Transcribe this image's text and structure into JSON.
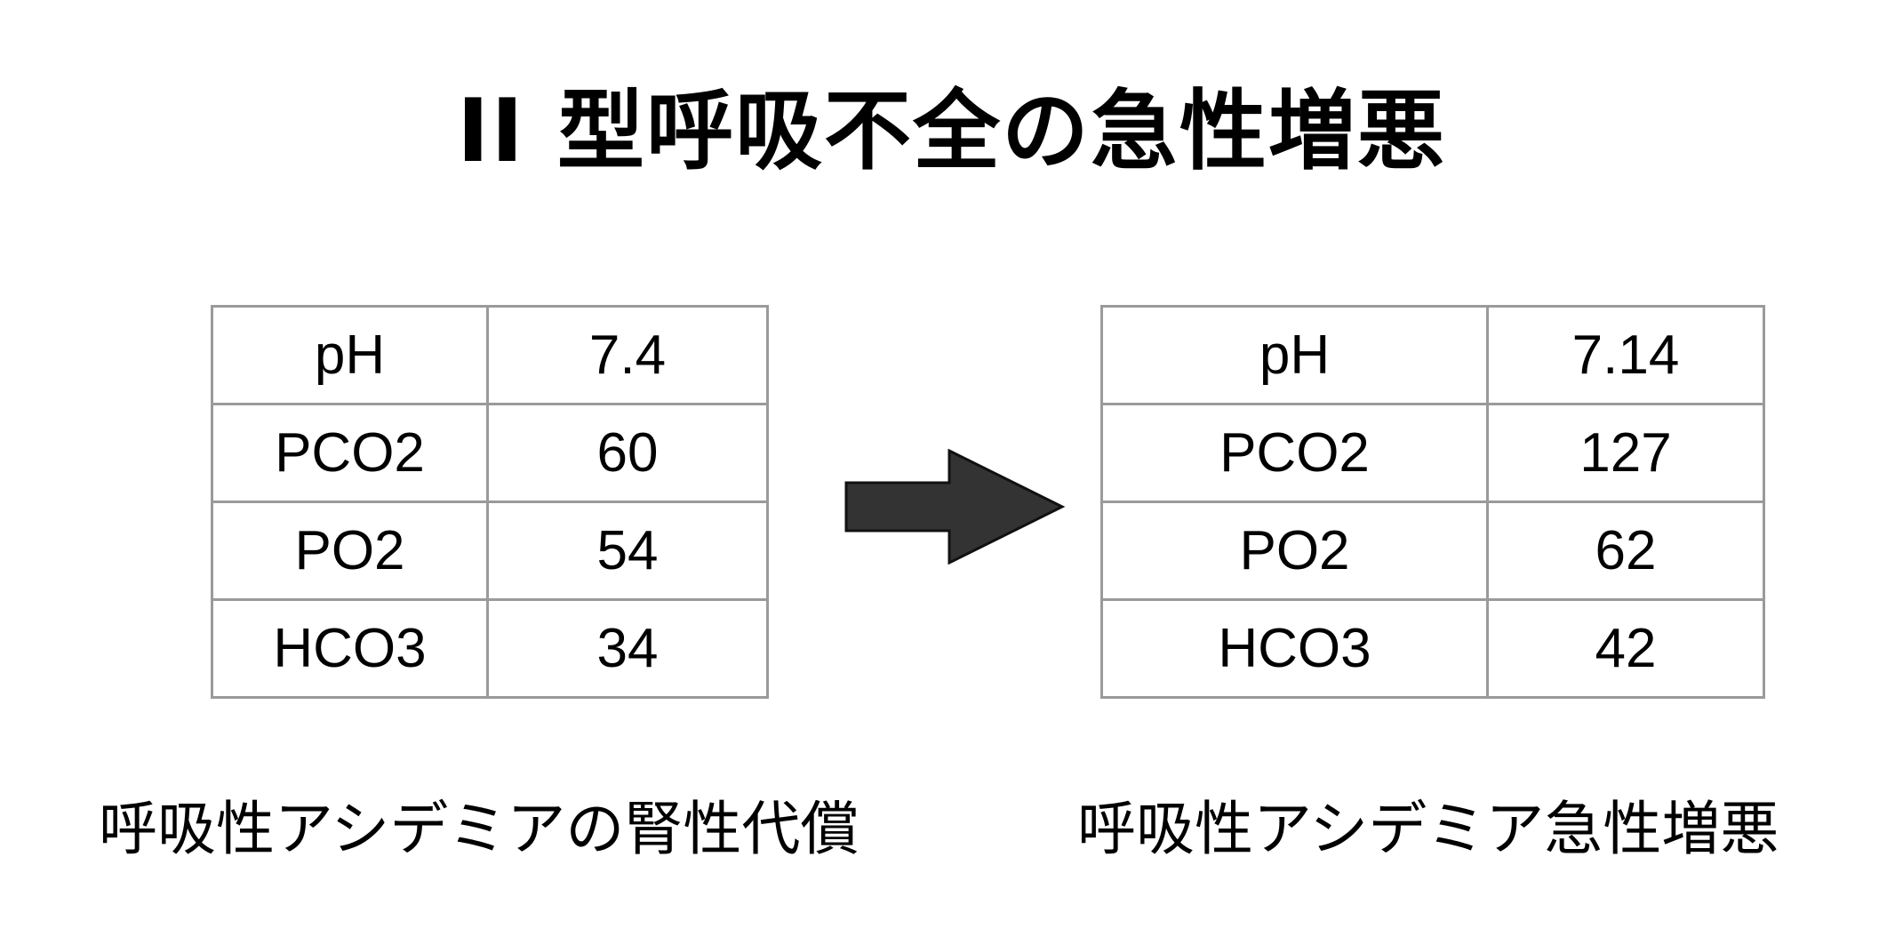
{
  "title": "II 型呼吸不全の急性増悪",
  "left_table": {
    "rows": [
      {
        "label": "pH",
        "value": "7.4"
      },
      {
        "label": "PCO2",
        "value": "60"
      },
      {
        "label": "PO2",
        "value": "54"
      },
      {
        "label": "HCO3",
        "value": "34"
      }
    ],
    "caption": "呼吸性アシデミアの腎性代償"
  },
  "right_table": {
    "rows": [
      {
        "label": "pH",
        "value": "7.14"
      },
      {
        "label": "PCO2",
        "value": "127"
      },
      {
        "label": "PO2",
        "value": "62"
      },
      {
        "label": "HCO3",
        "value": "42"
      }
    ],
    "caption": "呼吸性アシデミア急性増悪"
  },
  "arrow": {
    "fill": "#333333",
    "stroke": "#111111",
    "icon": "right-arrow-icon"
  }
}
